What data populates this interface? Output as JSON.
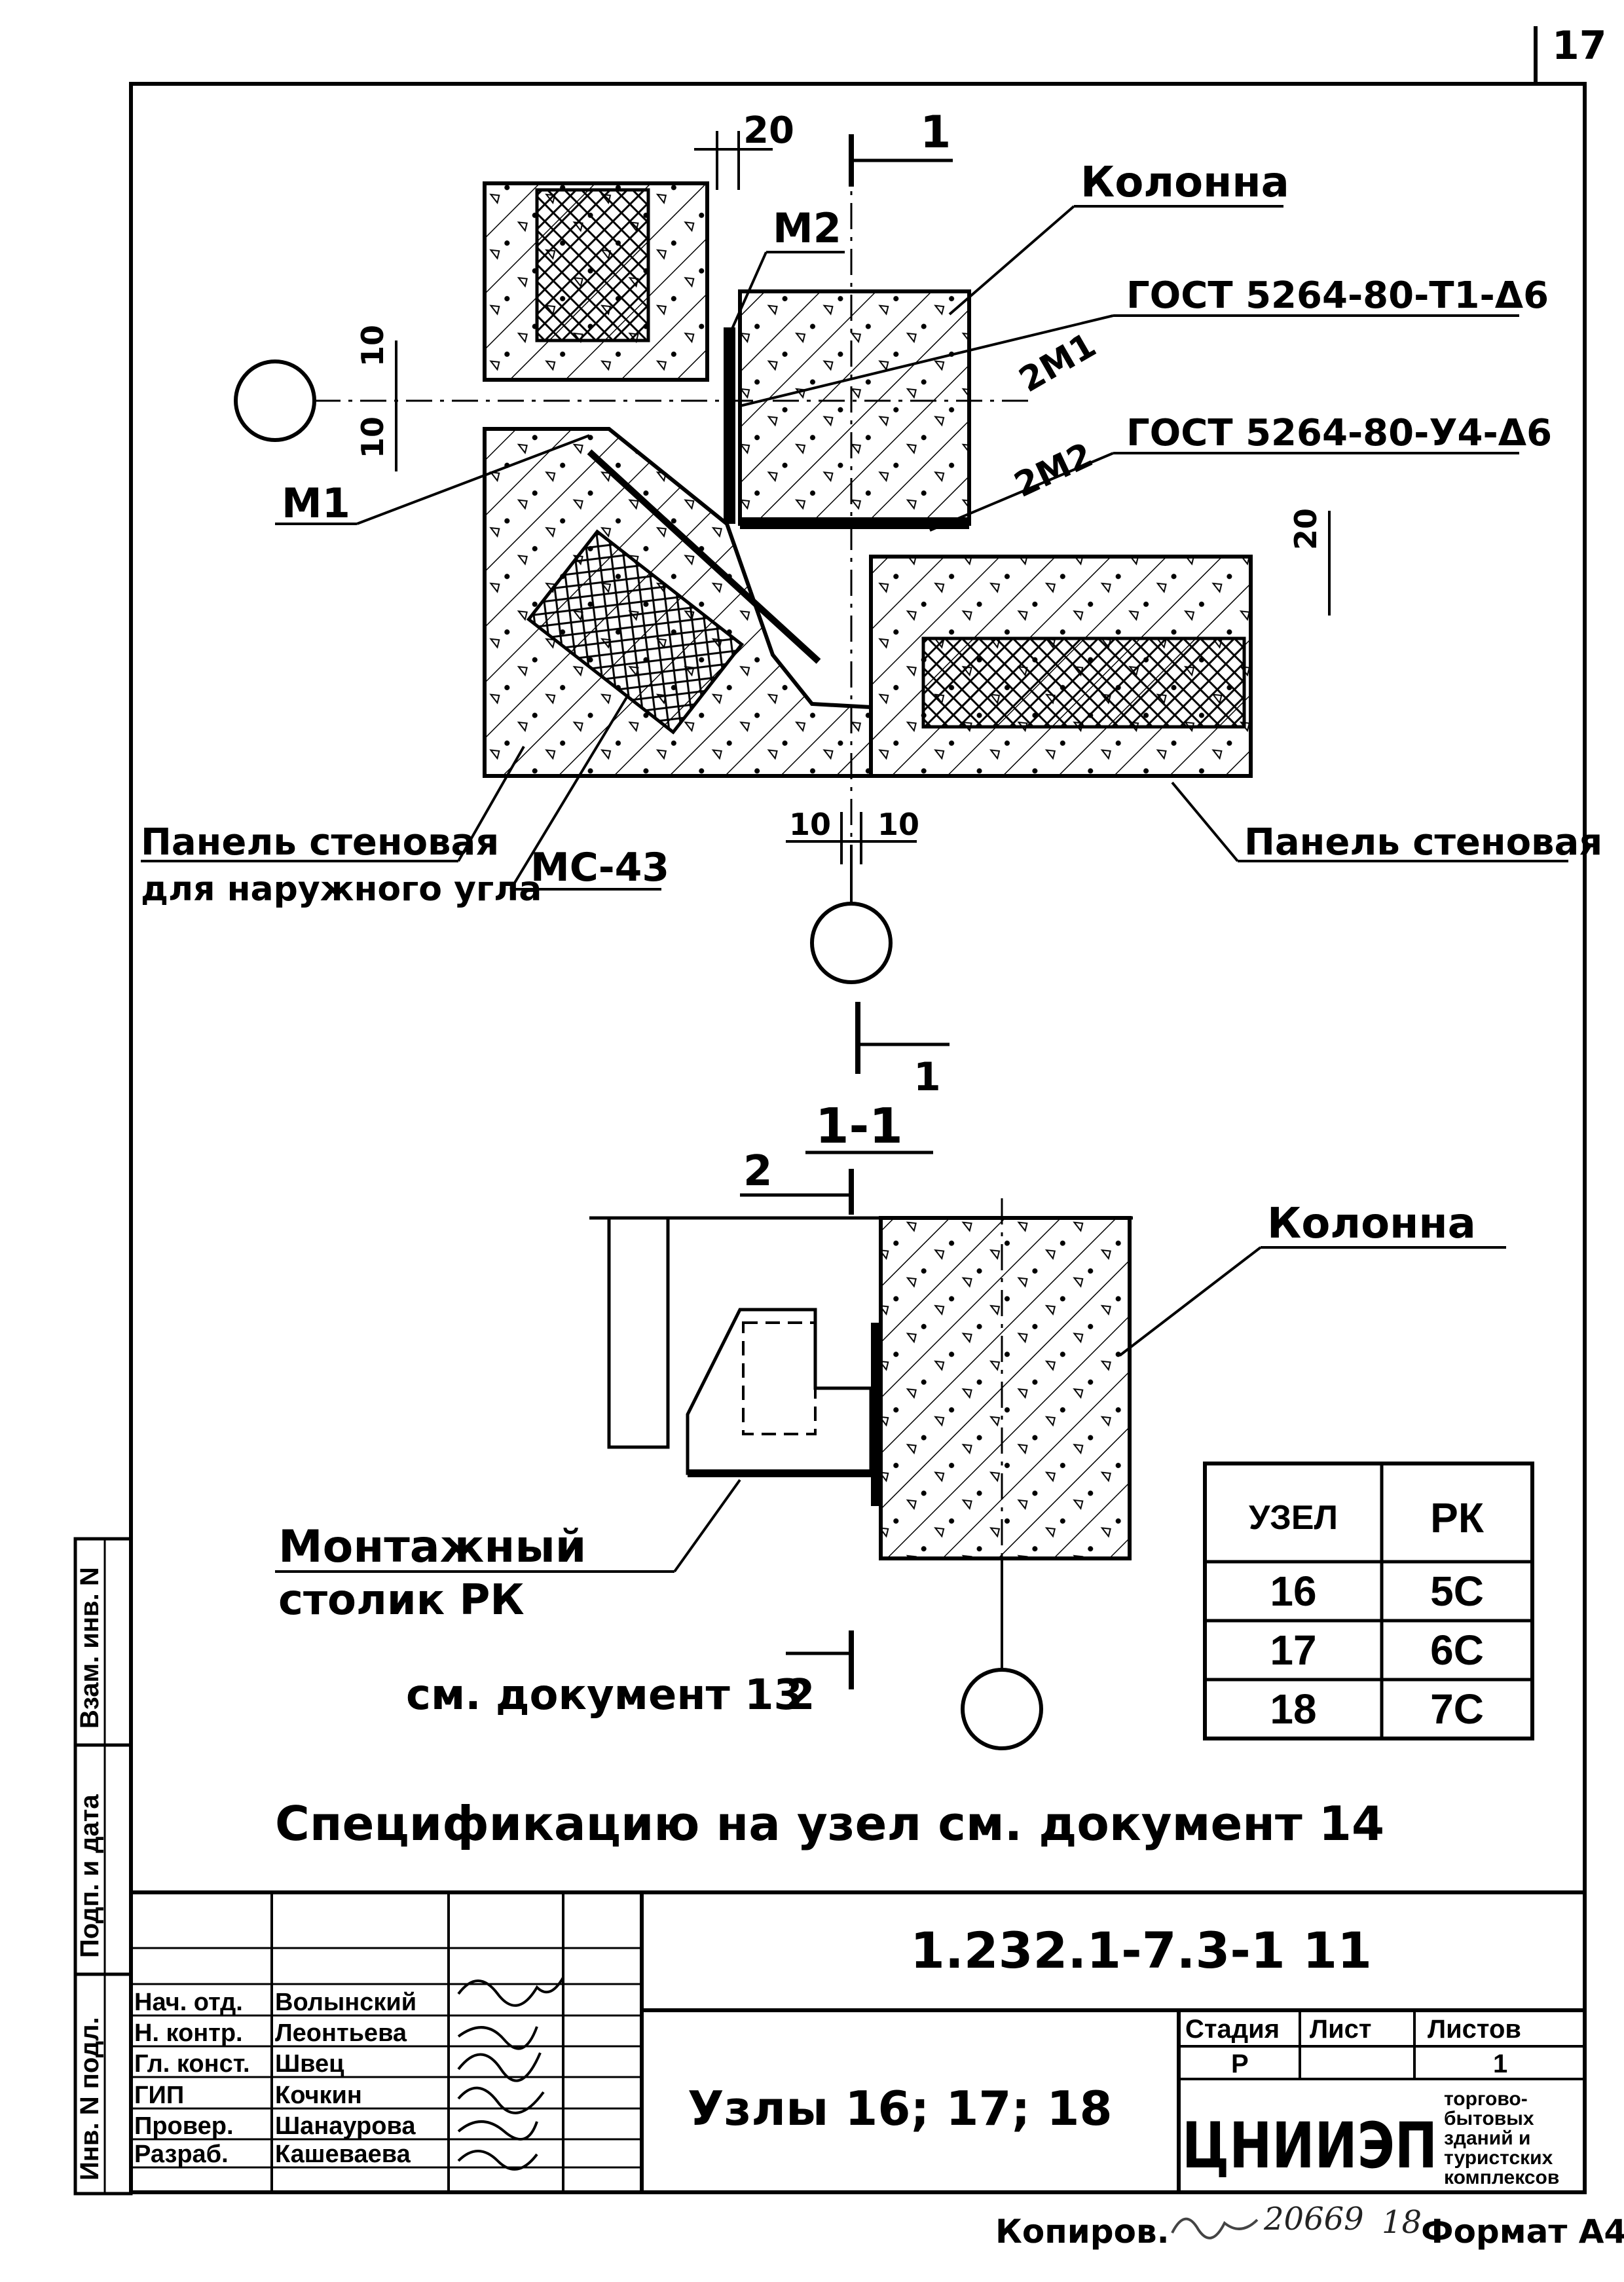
{
  "corner_mark": "17",
  "node_plan": {
    "dim_20": "20",
    "section_mark_1": "1",
    "label_column": "Колонна",
    "label_n2": "М2",
    "label_gost_1": "ГОСТ 5264-80-Т1-Δ6",
    "label_gost_2": "ГОСТ 5264-80-У4-Δ6",
    "weld_1": "2М1",
    "weld_2": "2М2",
    "dim_10_left_a": "10",
    "dim_10_left_b": "10",
    "label_n1": "М1",
    "dim_20_right": "20",
    "dim_10_bottom_a": "10",
    "dim_10_bottom_b": "10",
    "label_panel_corner_1": "Панель стеновая",
    "label_panel_corner_2": "для наружного угла",
    "label_mc43": "МС-43",
    "label_panel_wall": "Панель стеновая"
  },
  "section_view": {
    "section_mark_bottom": "1",
    "section_title": "1-1",
    "mark_2_top": "2",
    "label_column": "Колонна",
    "label_table_1": "Монтажный",
    "label_table_2": "столик РК",
    "label_see_doc": "см. документ 13",
    "mark_2_bottom": "2"
  },
  "node_table": {
    "headers": [
      "УЗЕЛ",
      "РК"
    ],
    "rows": [
      [
        "16",
        "5С"
      ],
      [
        "17",
        "6С"
      ],
      [
        "18",
        "7С"
      ]
    ]
  },
  "spec_note": "Спецификацию на узел см. документ 14",
  "title_block": {
    "document_code": "1.232.1-7.3-1 11",
    "drawing_title": "Узлы 16; 17; 18",
    "roles": [
      {
        "role": "Нач. отд.",
        "name": "Волынский"
      },
      {
        "role": "Н. контр.",
        "name": "Леонтьева"
      },
      {
        "role": "Гл. конст.",
        "name": "Швец"
      },
      {
        "role": "ГИП",
        "name": "Кочкин"
      },
      {
        "role": "Провер.",
        "name": "Шанаурова"
      },
      {
        "role": "Разраб.",
        "name": "Кашеваева"
      }
    ],
    "stage_header": "Стадия",
    "sheet_header": "Лист",
    "sheets_header": "Листов",
    "stage_value": "Р",
    "sheets_value": "1",
    "org_logo": "ЦНИИЭП",
    "org_text_1": "торгово-",
    "org_text_2": "бытовых",
    "org_text_3": "зданий и",
    "org_text_4": "туристских",
    "org_text_5": "комплексов"
  },
  "left_margin": {
    "label_inv_podl": "Инв. N подл.",
    "label_podp_data": "Подп. и дата",
    "label_vzam_inv": "Взам. инв. N"
  },
  "footer": {
    "copied_label": "Копиров.",
    "copy_number": "20669",
    "page_number": "18",
    "format_label": "Формат А4"
  }
}
